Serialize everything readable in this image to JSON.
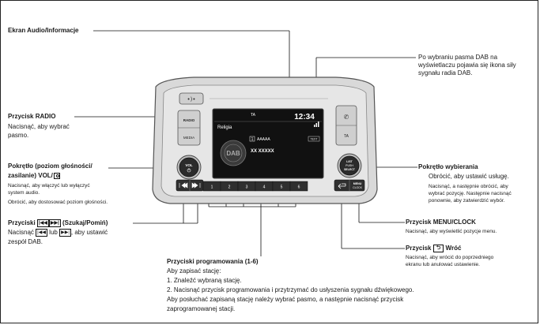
{
  "labels": {
    "ekran": "Ekran Audio/Informacje",
    "dab_note_1": "Po wybraniu pasma DAB na",
    "dab_note_2": "wyświetlaczu pojawia się ikona siły",
    "dab_note_3": "sygnału radia DAB.",
    "radio_title": "Przycisk RADIO",
    "radio_desc_1": "Nacisnąć, aby wybrać",
    "radio_desc_2": "pasmo.",
    "vol_title_1": "Pokrętło (poziom głośności/",
    "vol_title_2": "zasilanie) VOL/",
    "vol_desc_1": "Nacisnąć, aby włączyć lub wyłączyć",
    "vol_desc_2": "system audio.",
    "vol_desc_3": "Obrócić, aby dostosować poziom głośności.",
    "seek_title_prefix": "Przyciski",
    "seek_title_suffix": "(Szukaj/Pomiń)",
    "seek_desc_1_a": "Nacisnąć",
    "seek_desc_1_b": "lub",
    "seek_desc_1_c": ", aby ustawić",
    "seek_desc_2": "zespół DAB.",
    "select_title": "Pokrętło wybierania",
    "select_desc_1": "Obrócić, aby ustawić usługę.",
    "select_desc_2": "Nacisnąć, a następnie obrócić, aby",
    "select_desc_3": "wybrać pozycję. Następnie nacisnąć",
    "select_desc_4": "ponownie, aby zatwierdzić wybór.",
    "menu_title": "Przycisk MENU/CLOCK",
    "menu_desc": "Nacisnąć, aby wyświetlić pozycje menu.",
    "back_title_prefix": "Przycisk",
    "back_title_suffix": "Wróć",
    "back_desc_1": "Nacisnąć, aby wrócić do poprzedniego",
    "back_desc_2": "ekranu lub anulować ustawienie.",
    "preset_title": "Przyciski programowania (1-6)",
    "preset_l1": "Aby zapisać stację:",
    "preset_l2": "1.  Znaleźć wybraną stację.",
    "preset_l3": "2.  Nacisnąć przycisk programowania i przytrzymać do usłyszenia sygnału dźwiękowego.",
    "preset_l4": "Aby posłuchać zapisaną stację należy wybrać pasmo, a następnie nacisnąć przycisk",
    "preset_l5": "zaprogramowanej stacji."
  },
  "device": {
    "screen_ta": "TA",
    "screen_time": "12:34",
    "screen_genre": "Religia",
    "screen_preset_num": "1",
    "screen_station": "AAAAA",
    "screen_text_badge": "TEXT",
    "screen_ensemble": "XX  XXXXX",
    "screen_dab": "DAB",
    "btn_radio": "RADIO",
    "btn_media": "MEDIA",
    "btn_vol": "VOL",
    "btn_ta": "TA",
    "btn_list_1": "LIST",
    "btn_list_2": "PUSH",
    "btn_list_3": "SELECT",
    "btn_menu_1": "MENU",
    "btn_menu_2": "CLOCK",
    "presets": [
      "1",
      "2",
      "3",
      "4",
      "5",
      "6"
    ]
  }
}
